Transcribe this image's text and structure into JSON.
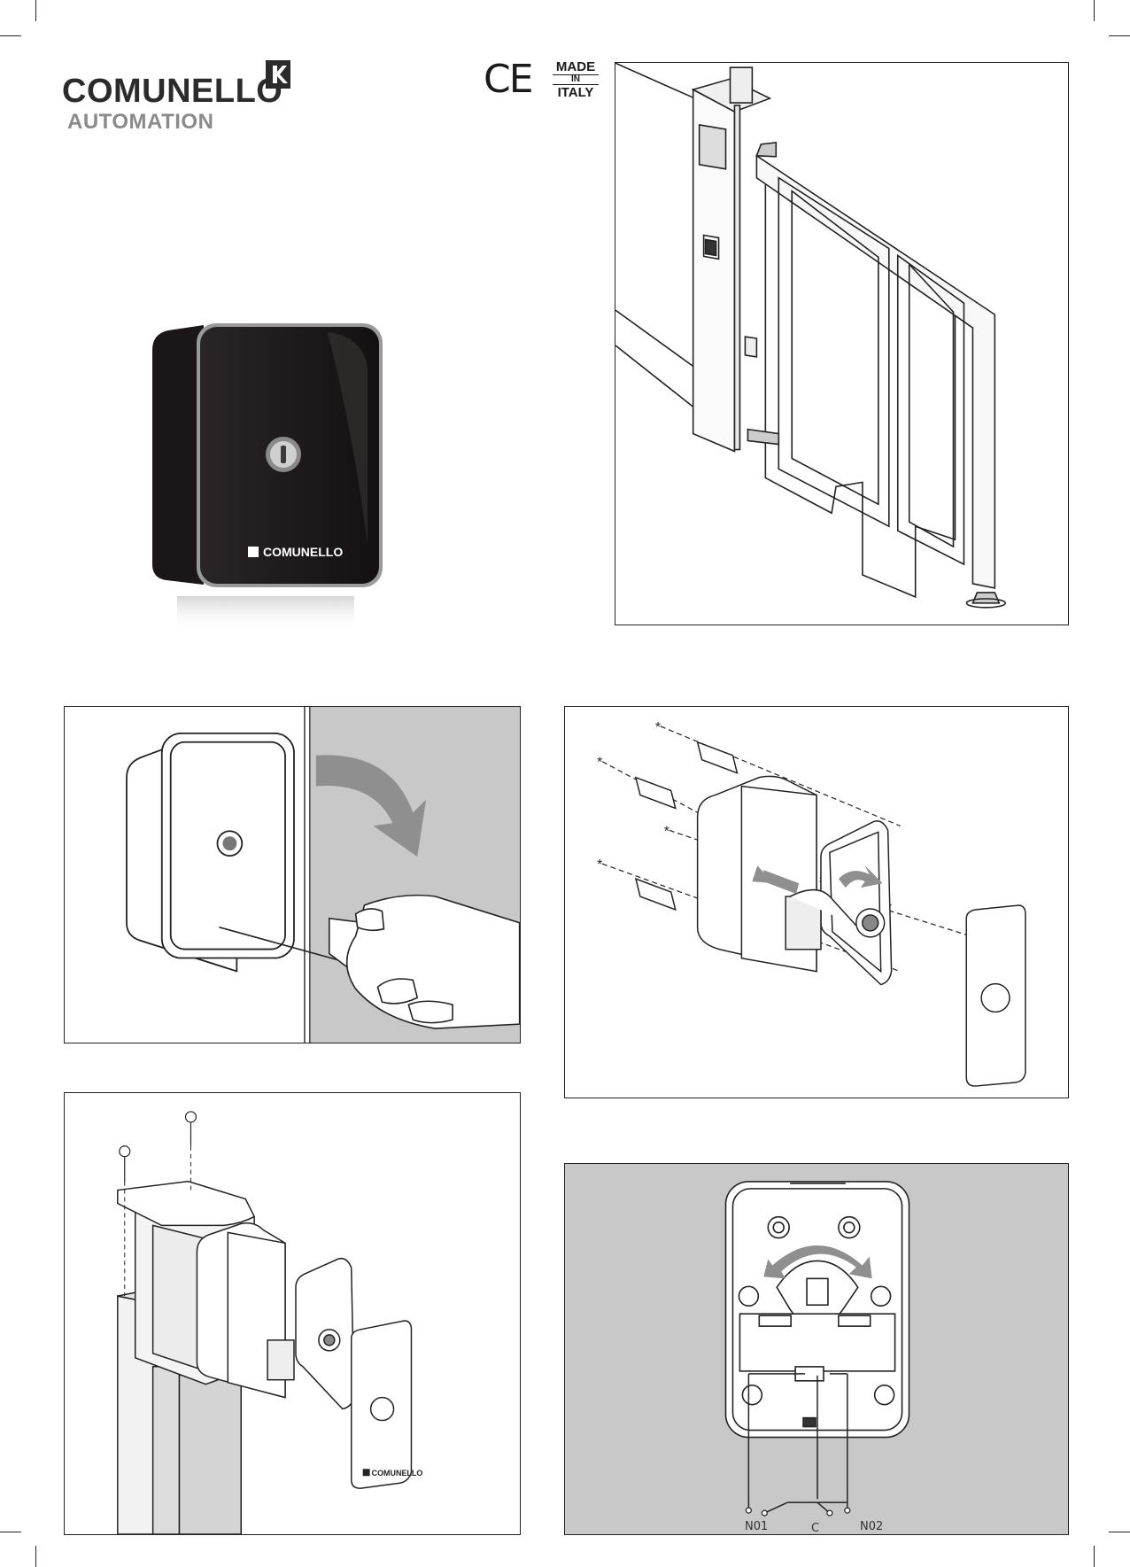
{
  "header": {
    "brand_name": "COMUNELLO",
    "brand_sub": "AUTOMATION",
    "ce_mark": "CE",
    "made_in_italy": [
      "MADE",
      "IN",
      "ITALY"
    ]
  },
  "product": {
    "device_logo": "COMUNELLO",
    "cover_logo": "COMUNELLO"
  },
  "wiring": {
    "labels": {
      "no1": "N01",
      "common": "C",
      "no2": "N02"
    }
  },
  "colors": {
    "ink": "#222222",
    "device_body": "#1c1819",
    "panel_gray": "#c8c8c8",
    "arrow_gray": "#8f8f8f"
  },
  "icons": [
    "comunello-logo-icon",
    "ce-mark-icon",
    "made-in-italy-badge-icon",
    "rotate-arrow-icon",
    "screw-icon"
  ]
}
